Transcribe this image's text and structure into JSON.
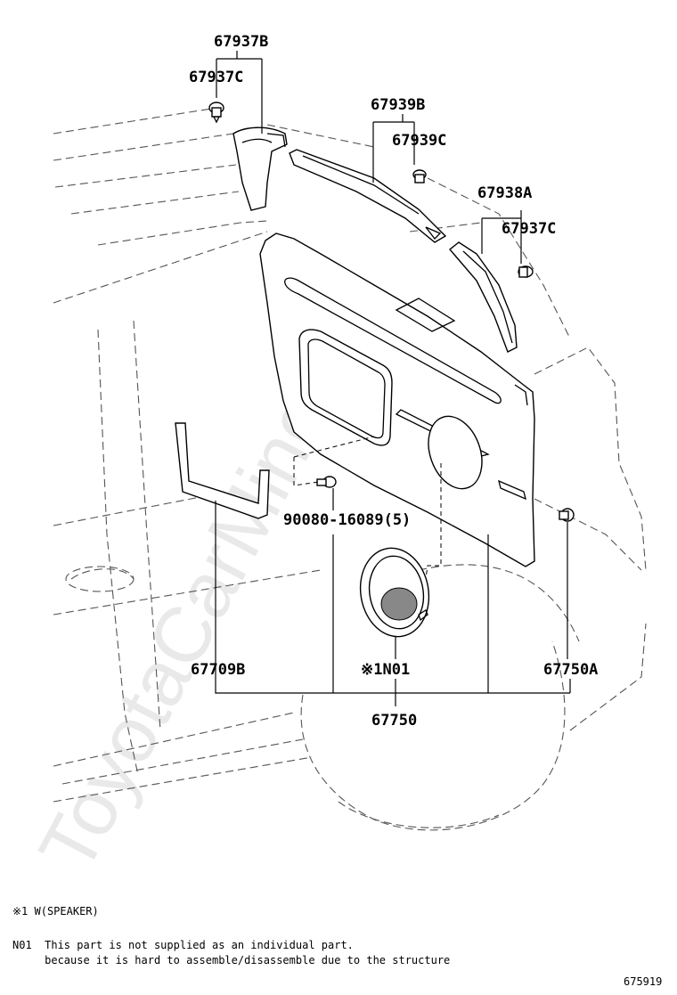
{
  "diagram": {
    "watermark": "ToyotaCarMine.ru",
    "labels": {
      "p67937B": "67937B",
      "p67937C_top": "67937C",
      "p67939B": "67939B",
      "p67939C": "67939C",
      "p67938A": "67938A",
      "p67937C_right": "67937C",
      "p90080": "90080-16089(5)",
      "p67709B": "67709B",
      "pN01": "※1N01",
      "p67750A": "67750A",
      "p67750": "67750"
    },
    "footnotes": {
      "note1": "※1 W(SPEAKER)",
      "note2_line1": "N01  This part is not supplied as an individual part.",
      "note2_line2": "     because it is hard to assemble/disassemble due to the structure"
    },
    "figure_id": "675919"
  }
}
